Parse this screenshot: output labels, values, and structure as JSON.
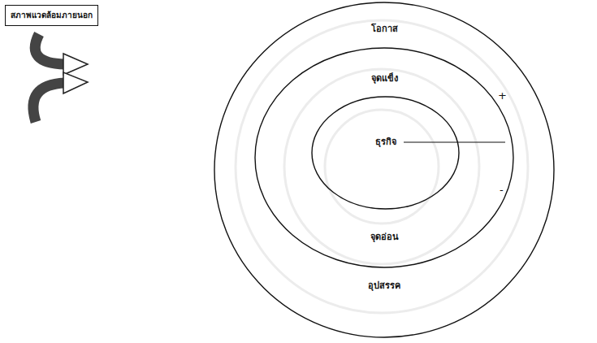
{
  "diagram": {
    "nodes": [
      {
        "text": [
          "สภาพแวดล้อมภายนอก"
        ]
      },
      {
        "text": [
          "โอกาส",
          "อุปสรรค"
        ]
      },
      {
        "text": [
          "จุดแข็ง",
          "จุดอ่อน"
        ],
        "in": 1
      },
      {
        "text": [
          "ธุรกิจ"
        ],
        "in": 2
      }
    ],
    "labels": [
      "+",
      "-"
    ]
  }
}
